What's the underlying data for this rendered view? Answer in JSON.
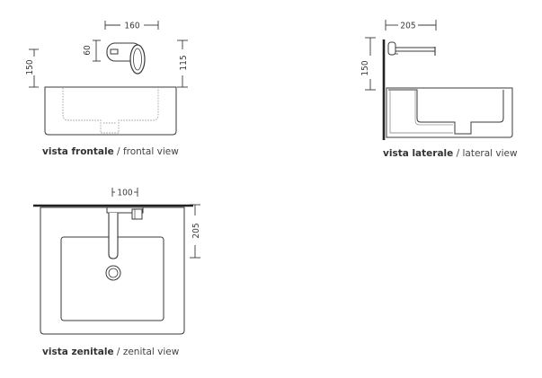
{
  "frontal": {
    "dim_width": "160",
    "dim_spout_height": "60",
    "dim_total_height": "150",
    "dim_right_height": "115",
    "caption_it": "vista frontale",
    "caption_sep": " / ",
    "caption_en": "frontal view"
  },
  "lateral": {
    "dim_depth": "205",
    "dim_height": "150",
    "caption_it": "vista laterale",
    "caption_sep": " / ",
    "caption_en": "lateral view"
  },
  "zenital": {
    "dim_width": "100",
    "dim_depth": "205",
    "caption_it": "vista zenitale",
    "caption_sep": " / ",
    "caption_en": "zenital view"
  },
  "colors": {
    "line": "#3a3a3a",
    "faint": "#9a9a9a",
    "wall": "#222222"
  }
}
